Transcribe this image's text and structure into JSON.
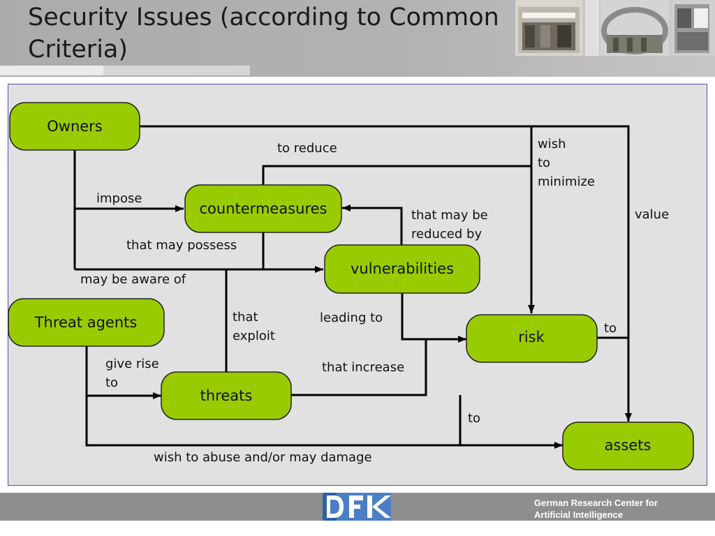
{
  "slide": {
    "title": "Security  Issues (according to Common Criteria)",
    "organization_line1": "German Research Center for",
    "organization_line2": "Artificial Intelligence",
    "logo_icon": "dfki-logo-icon",
    "photos_icon": "building-photos-icon"
  },
  "colors": {
    "node_fill": "#99cc00",
    "node_stroke": "#222222",
    "panel_bg": "#e1e1e1",
    "panel_border": "#4a52a8"
  },
  "nodes": {
    "owners": "Owners",
    "countermeasures": "countermeasures",
    "vulnerabilities": "vulnerabilities",
    "threat_agents": "Threat agents",
    "threats": "threats",
    "risk": "risk",
    "assets": "assets"
  },
  "edge_labels": {
    "to_reduce": "to reduce",
    "wish_to_minimize": [
      "wish",
      "to",
      "minimize"
    ],
    "impose": "impose",
    "that_may_be_reduced_by": [
      "that may be",
      "reduced by"
    ],
    "value": "value",
    "that_may_possess": "that may possess",
    "may_be_aware_of": "may be aware of",
    "that_exploit": [
      "that",
      "exploit"
    ],
    "leading_to": "leading to",
    "to_risk_assets": "to",
    "give_rise_to": [
      "give rise",
      "to"
    ],
    "that_increase": "that increase",
    "to_threats_assets": "to",
    "wish_to_abuse": "wish to abuse and/or may damage"
  }
}
